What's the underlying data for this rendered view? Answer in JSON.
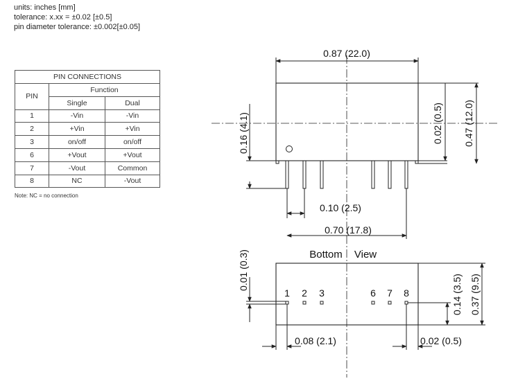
{
  "notes": {
    "units": "units: inches [mm]",
    "tolerance": "tolerance: x.xx = ±0.02 [±0.5]",
    "pin_tolerance": "pin diameter tolerance: ±0.002[±0.05]"
  },
  "pin_table": {
    "title": "PIN CONNECTIONS",
    "pin_header": "PIN",
    "function_header": "Function",
    "single_header": "Single",
    "dual_header": "Dual",
    "rows": [
      {
        "pin": "1",
        "single": "-Vin",
        "dual": "-Vin"
      },
      {
        "pin": "2",
        "single": "+Vin",
        "dual": "+Vin"
      },
      {
        "pin": "3",
        "single": "on/off",
        "dual": "on/off"
      },
      {
        "pin": "6",
        "single": "+Vout",
        "dual": "+Vout"
      },
      {
        "pin": "7",
        "single": "-Vout",
        "dual": "Common"
      },
      {
        "pin": "8",
        "single": "NC",
        "dual": "-Vout"
      }
    ],
    "note": "Note:  NC = no connection"
  },
  "side_view": {
    "length": "0.87 (22.0)",
    "height": "0.47 (12.0)",
    "standoff": "0.02 (0.5)",
    "pin_length": "0.16 (4.1)",
    "pin_pitch": "0.10 (2.5)",
    "pin_span": "0.70 (17.8)"
  },
  "bottom_view": {
    "title_left": "Bottom",
    "title_right": "View",
    "pin_labels": [
      "1",
      "2",
      "3",
      "6",
      "7",
      "8"
    ],
    "pin_offset_vertical": "0.01 (0.3)",
    "edge_left": "0.08 (2.1)",
    "edge_right": "0.02 (0.5)",
    "pin_row_offset": "0.14 (3.5)",
    "width": "0.37 (9.5)"
  }
}
